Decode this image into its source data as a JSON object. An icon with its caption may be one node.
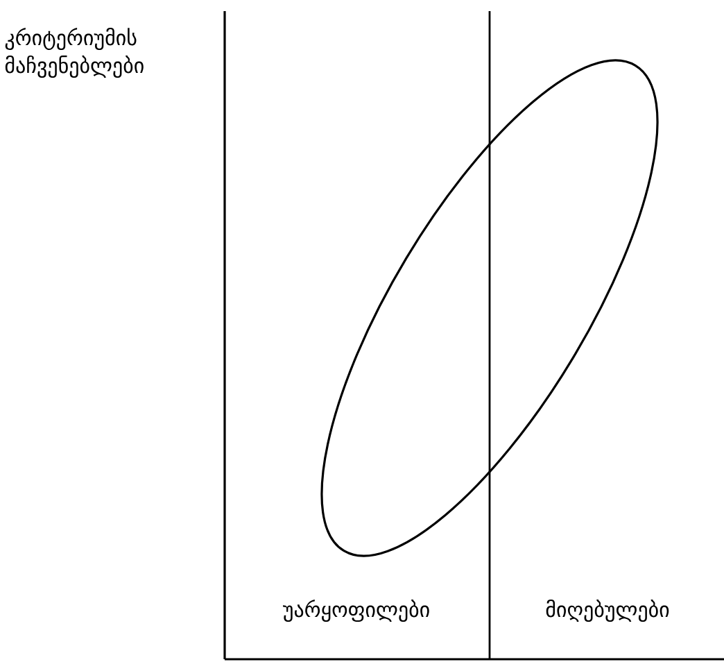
{
  "diagram": {
    "labels": [
      "კრიტერიუმის მაჩვენებლები",
      "უარყოფილები",
      "მიღებულები"
    ]
  }
}
